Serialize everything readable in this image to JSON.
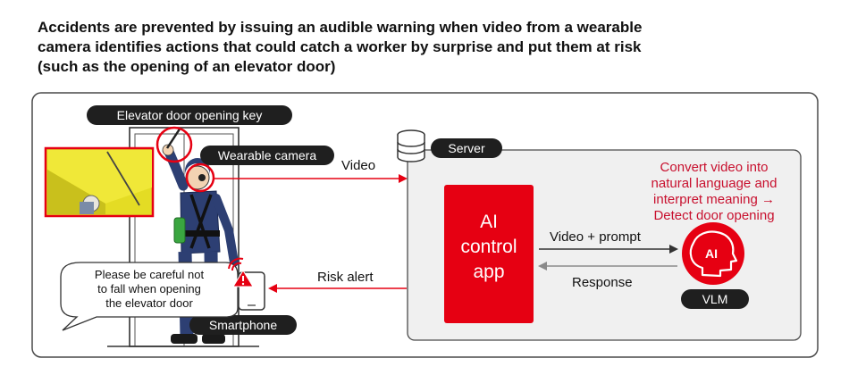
{
  "headline": {
    "line1": "Accidents are prevented by issuing an audible warning when video from a wearable",
    "line2": "camera identifies actions that could catch a worker by surprise and put them at risk",
    "line3": "(such as the opening of an elevator door)"
  },
  "labels": {
    "elevator_key": "Elevator door opening key",
    "wearable_camera": "Wearable camera",
    "server": "Server",
    "smartphone": "Smartphone",
    "vlm": "VLM"
  },
  "flows": {
    "video": "Video",
    "risk_alert": "Risk alert",
    "video_prompt": "Video + prompt",
    "response": "Response"
  },
  "ai_app": {
    "line1": "AI",
    "line2": "control",
    "line3": "app"
  },
  "vlm_icon_text": "AI",
  "vlm_note": {
    "line1": "Convert video into",
    "line2": "natural language and",
    "line3": "interpret meaning →",
    "line4": "Detect door opening"
  },
  "bubble": {
    "line1": "Please be careful not",
    "line2": "to fall when opening",
    "line3": "the elevator door"
  },
  "colors": {
    "accent_red": "#e60012",
    "note_red": "#c8102e",
    "pill_dark": "#1f1f1f",
    "server_bg": "#f0f0f0"
  }
}
